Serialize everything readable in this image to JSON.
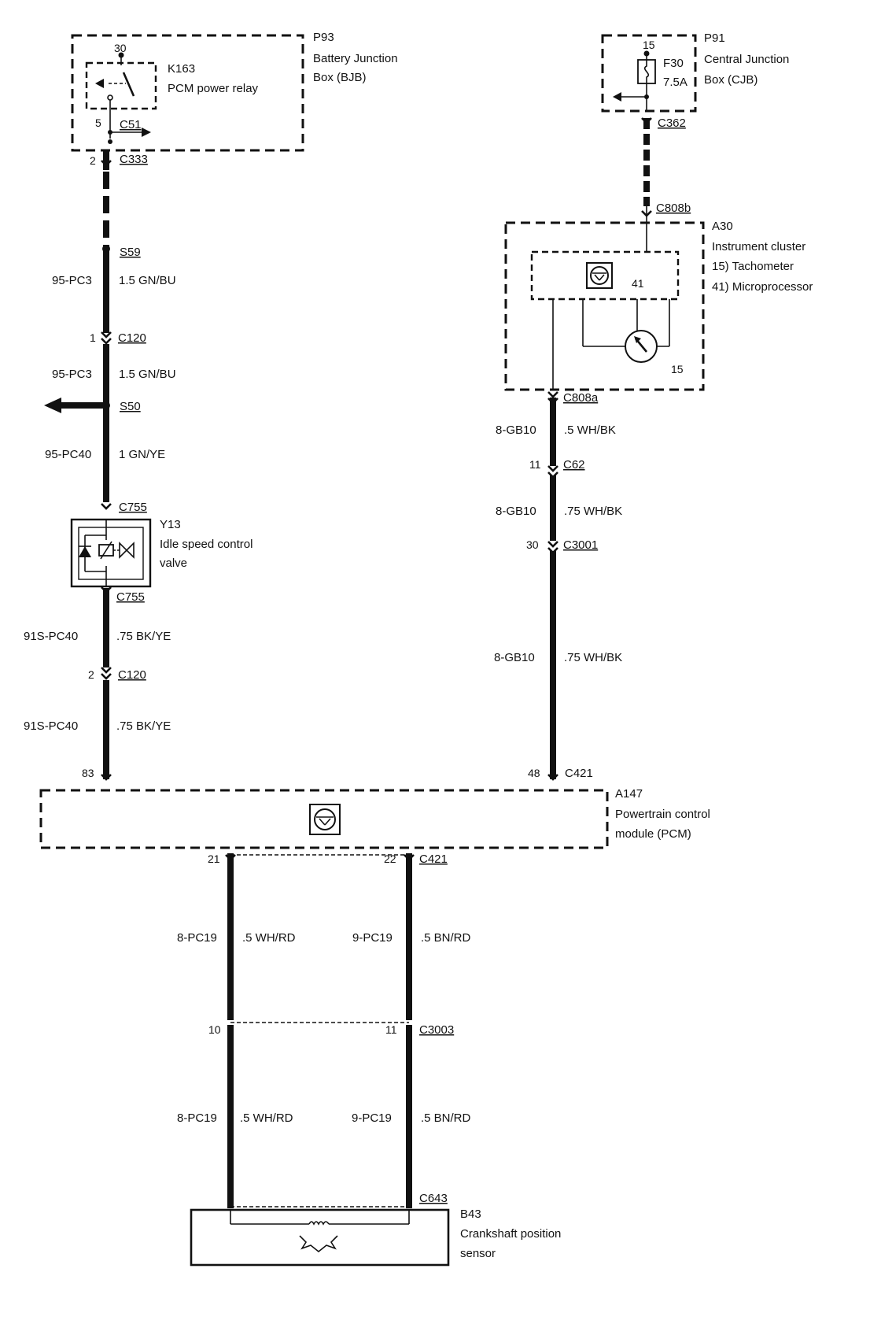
{
  "p93": {
    "id": "P93",
    "line1": "Battery Junction",
    "line2": "Box (BJB)",
    "relay_id": "K163",
    "relay_name": "PCM power relay",
    "pin_top": "30",
    "pin_bottom": "5",
    "conn_c51": "C51"
  },
  "p91": {
    "id": "P91",
    "line1": "Central Junction",
    "line2": "Box (CJB)",
    "fuse_id": "F30",
    "fuse_rating": "7.5A",
    "pin": "15",
    "conn": "C362"
  },
  "a30": {
    "conn_top": "C808b",
    "id": "A30",
    "name": "Instrument cluster",
    "item15": "15)  Tachometer",
    "item41": "41)  Microprocessor",
    "label41": "41",
    "label15": "15",
    "conn_bottom": "C808a"
  },
  "left_circuit": {
    "pin_c333": "2",
    "conn_c333": "C333",
    "splice_s59": "S59",
    "wire1_code": "95-PC3",
    "wire1_size": "1.5 GN/BU",
    "pin_c120a": "1",
    "conn_c120a": "C120",
    "wire2_code": "95-PC3",
    "wire2_size": "1.5 GN/BU",
    "splice_s50": "S50",
    "wire3_code": "95-PC40",
    "wire3_size": "1 GN/YE",
    "conn_c755a": "C755",
    "conn_c755b": "C755",
    "wire4_code": "91S-PC40",
    "wire4_size": ".75 BK/YE",
    "pin_c120b": "2",
    "conn_c120b": "C120",
    "wire5_code": "91S-PC40",
    "wire5_size": ".75 BK/YE",
    "pin_pcm": "83"
  },
  "y13": {
    "id": "Y13",
    "line1": "Idle speed control",
    "line2": "valve"
  },
  "right_circuit": {
    "wire1_code": "8-GB10",
    "wire1_size": ".5 WH/BK",
    "pin_c62": "11",
    "conn_c62": "C62",
    "wire2_code": "8-GB10",
    "wire2_size": ".75 WH/BK",
    "pin_c3001": "30",
    "conn_c3001": "C3001",
    "wire3_code": "8-GB10",
    "wire3_size": ".75 WH/BK",
    "pin_pcm": "48",
    "conn_pcm": "C421"
  },
  "a147": {
    "id": "A147",
    "line1": "Powertrain control",
    "line2": "module (PCM)"
  },
  "sensor_circuit": {
    "pin_left_pcm": "21",
    "pin_right_pcm": "22",
    "conn_pcm": "C421",
    "left_code_a": "8-PC19",
    "left_size_a": ".5 WH/RD",
    "right_code_a": "9-PC19",
    "right_size_a": ".5 BN/RD",
    "pin_left_c3003": "10",
    "pin_right_c3003": "11",
    "conn_c3003": "C3003",
    "left_code_b": "8-PC19",
    "left_size_b": ".5 WH/RD",
    "right_code_b": "9-PC19",
    "right_size_b": ".5 BN/RD",
    "conn_c643": "C643"
  },
  "b43": {
    "id": "B43",
    "line1": "Crankshaft position",
    "line2": "sensor"
  }
}
